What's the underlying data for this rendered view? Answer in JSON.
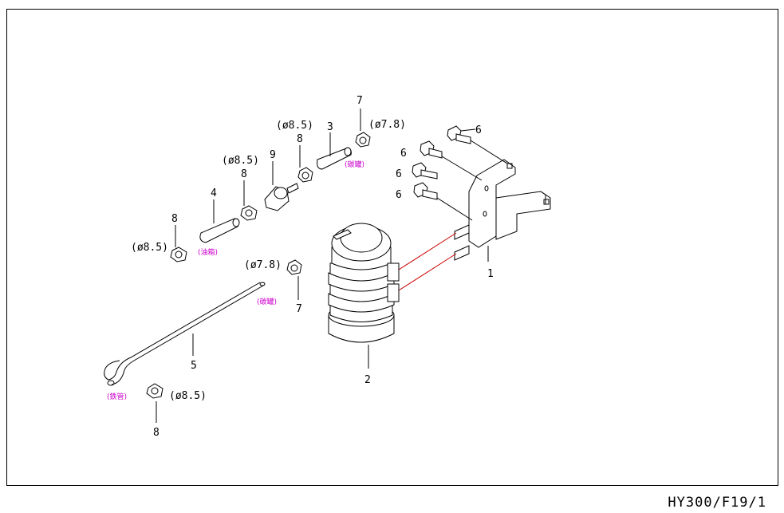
{
  "drawing_code": "HY300/F19/1",
  "colors": {
    "line": "#000000",
    "note": "#cc00cc",
    "leader_red": "#cc0000"
  },
  "labels": {
    "p1": "1",
    "p2": "2",
    "p3": "3",
    "p4": "4",
    "p5": "5",
    "p6a": "6",
    "p6b": "6",
    "p6c": "6",
    "p6d": "6",
    "p7a": "7",
    "p7b": "7",
    "p8a": "8",
    "p8b": "8",
    "p8c": "8",
    "p8d": "8",
    "p9": "9"
  },
  "dims": {
    "d85a": "(ø8.5)",
    "d85b": "(ø8.5)",
    "d85c": "(ø8.5)",
    "d85d": "(ø8.5)",
    "d78a": "(ø7.8)",
    "d78b": "(ø7.8)"
  },
  "notes": {
    "n_canister_a": "(碳罐)",
    "n_canister_b": "(碳罐)",
    "n_tank": "(油箱)",
    "n_pipe": "(鉄管)"
  }
}
